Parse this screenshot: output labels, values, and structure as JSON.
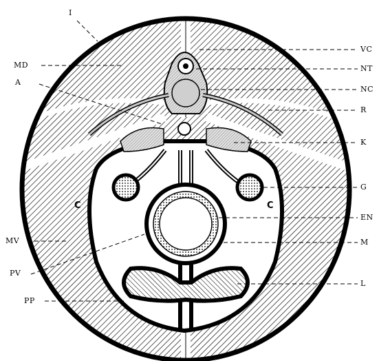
{
  "labels": {
    "I": "I",
    "VC": "VC",
    "MD": "MD",
    "NT": "NT",
    "A": "A",
    "NC": "NC",
    "R": "R",
    "K": "K",
    "G": "G",
    "EN": "EN",
    "MV": "MV",
    "M": "M",
    "PV": "PV",
    "L": "L",
    "PP": "PP",
    "C_left": "C",
    "C_right": "C"
  },
  "colors": {
    "ink": "#000000",
    "paper": "#ffffff",
    "shade": "#d0d0d0"
  }
}
